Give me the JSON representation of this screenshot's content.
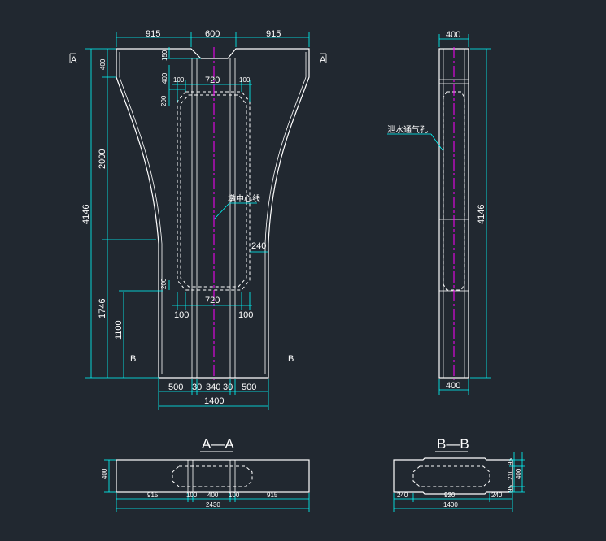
{
  "front": {
    "top_dims": [
      "915",
      "600",
      "915"
    ],
    "upper_small": [
      "150",
      "400",
      "100",
      "720",
      "100",
      "200"
    ],
    "left_dims": [
      "400",
      "2000",
      "4146",
      "1746",
      "1100"
    ],
    "right_dim": "240",
    "lower_small": [
      "200",
      "720",
      "100",
      "100"
    ],
    "bottom_dims": [
      "500",
      "30",
      "340",
      "30",
      "500"
    ],
    "bottom_total": "1400",
    "center_label": "墩中心线",
    "section_a": "A",
    "section_b": "B"
  },
  "side": {
    "top_dim": "400",
    "bottom_dim": "400",
    "height_dim": "4146",
    "vent_label": "泄水通气孔"
  },
  "section_aa": {
    "title": "A—A",
    "height": "400",
    "dims": [
      "915",
      "100",
      "400",
      "100",
      "915"
    ],
    "total": "2430"
  },
  "section_bb": {
    "title": "B—B",
    "right_dims": [
      "95",
      "210",
      "95",
      "400"
    ],
    "dims": [
      "240",
      "920",
      "240"
    ],
    "total": "1400"
  },
  "colors": {
    "background": "#212830",
    "lines": "#ffffff",
    "dims": "#00ffff",
    "centerline": "#ff00ff"
  }
}
